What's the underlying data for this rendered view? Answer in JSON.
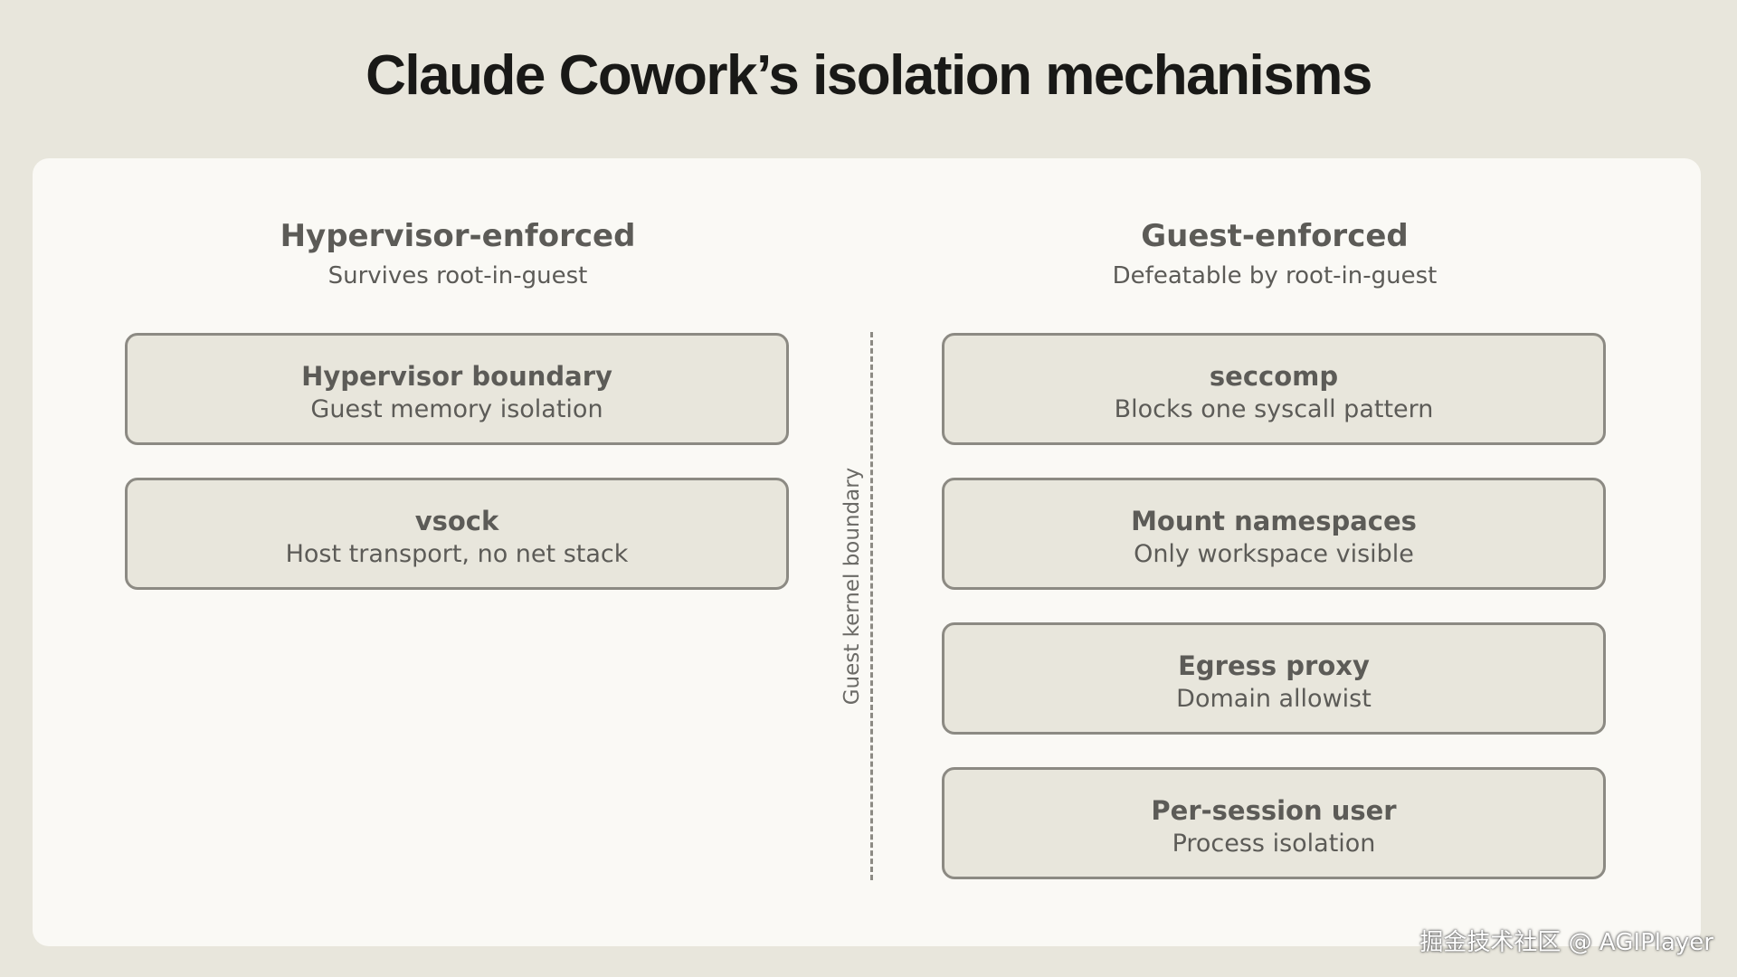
{
  "title": "Claude Cowork’s isolation mechanisms",
  "left_column": {
    "title": "Hypervisor-enforced",
    "subtitle": "Survives root-in-guest",
    "boxes": [
      {
        "title": "Hypervisor boundary",
        "subtitle": "Guest memory isolation"
      },
      {
        "title": "vsock",
        "subtitle": "Host transport, no net stack"
      }
    ]
  },
  "right_column": {
    "title": "Guest-enforced",
    "subtitle": "Defeatable by root-in-guest",
    "boxes": [
      {
        "title": "seccomp",
        "subtitle": "Blocks one syscall pattern"
      },
      {
        "title": "Mount namespaces",
        "subtitle": "Only workspace visible"
      },
      {
        "title": "Egress proxy",
        "subtitle": "Domain allowist"
      },
      {
        "title": "Per-session user",
        "subtitle": "Process isolation"
      }
    ]
  },
  "divider_label": "Guest kernel boundary",
  "watermark": "掘金技术社区 @ AGIPlayer",
  "colors": {
    "background": "#e8e6dc",
    "panel": "#faf9f5",
    "box_fill": "#e8e6dc",
    "box_border": "#8c8a83",
    "text": "#5c5b57"
  }
}
